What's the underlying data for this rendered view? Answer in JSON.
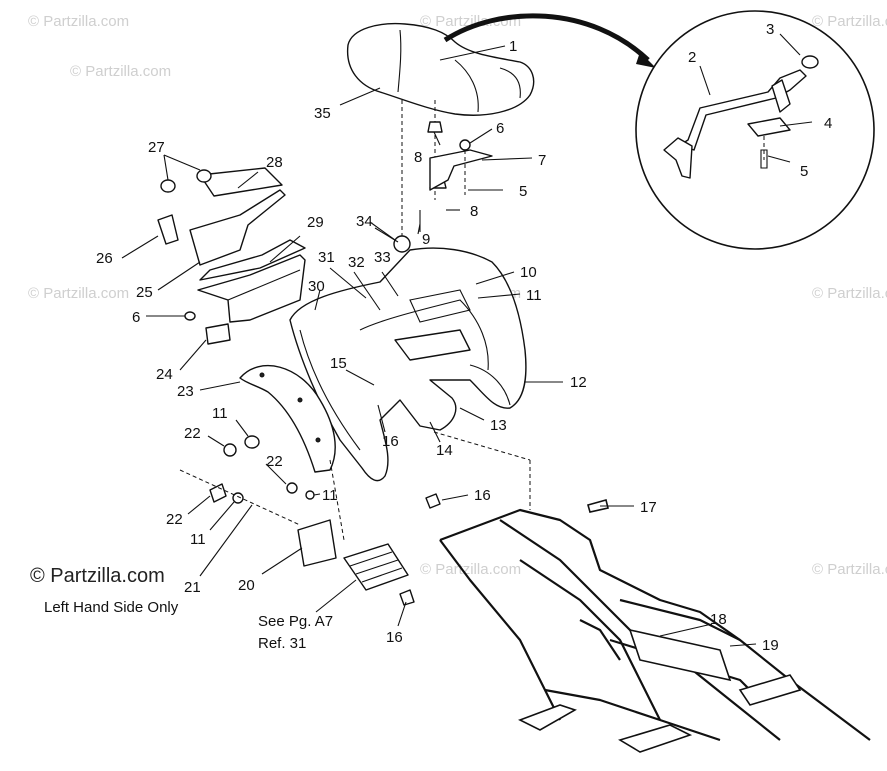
{
  "watermark": "© Partzilla.com",
  "callouts": {
    "c1": "1",
    "c2": "2",
    "c3": "3",
    "c4": "4",
    "c5a": "5",
    "c5b": "5",
    "c6a": "6",
    "c6b": "6",
    "c7": "7",
    "c8a": "8",
    "c8b": "8",
    "c9": "9",
    "c10": "10",
    "c11a": "11",
    "c11b": "11",
    "c11c": "11",
    "c11d": "11",
    "c12": "12",
    "c13": "13",
    "c14": "14",
    "c15": "15",
    "c16a": "16",
    "c16b": "16",
    "c16c": "16",
    "c17": "17",
    "c18": "18",
    "c19": "19",
    "c20": "20",
    "c21": "21",
    "c22a": "22",
    "c22b": "22",
    "c22c": "22",
    "c23": "23",
    "c24": "24",
    "c25": "25",
    "c26": "26",
    "c27": "27",
    "c28": "28",
    "c29": "29",
    "c30": "30",
    "c31": "31",
    "c32": "32",
    "c33": "33",
    "c34": "34",
    "c35": "35"
  },
  "notes": {
    "left_hand_only": "Left Hand Side Only",
    "see_page_line1": "See Pg. A7",
    "see_page_line2": "Ref. 31"
  }
}
